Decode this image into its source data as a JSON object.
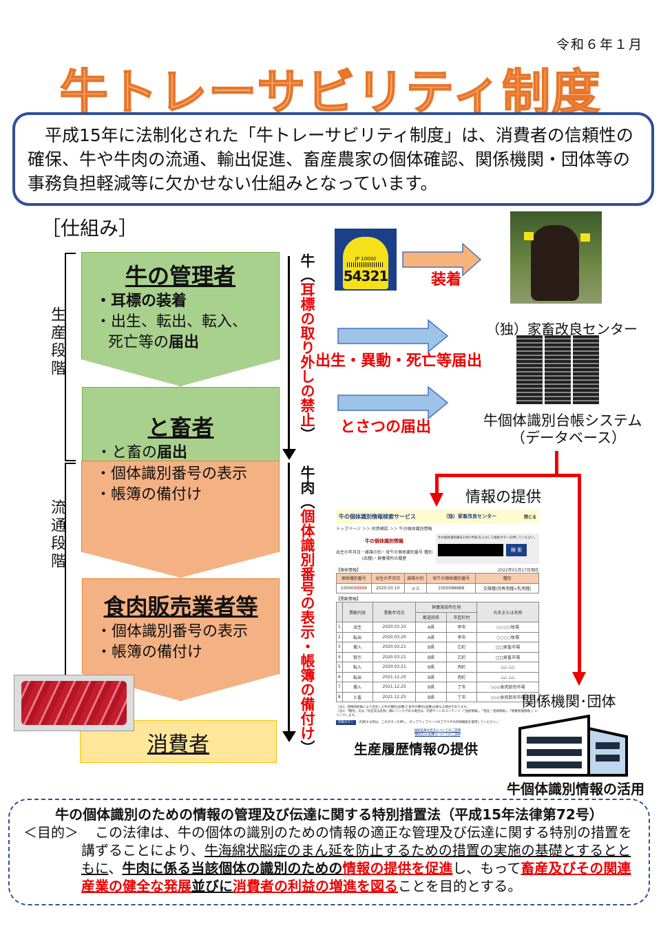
{
  "date": "令和６年１月",
  "title": "牛トレーサビリティ制度",
  "intro": "平成15年に法制化された「牛トレーサビリティ制度」は、消費者の信頼性の確保、牛や牛肉の流通、輸出促進、畜産農家の個体確認、関係機関・団体等の事務負担軽減等に欠かせない仕組みとなっています。",
  "section_label": "［仕組み］",
  "stages": {
    "production": "生産段階",
    "distribution": "流通段階"
  },
  "boxes": {
    "farmer": {
      "title": "牛の管理者",
      "item1": "・耳標の装着",
      "item2a": "・出生、転出、転入、",
      "item2b": "死亡等の",
      "item2c": "届出"
    },
    "slaughter": {
      "title": "と畜者",
      "item1a": "・と畜の",
      "item1b": "届出",
      "item2": "・個体識別番号の表示",
      "item3": "・帳簿の備付け"
    },
    "retailer": {
      "title": "食肉販売業者等",
      "item1": "・個体識別番号の表示",
      "item2": "・帳簿の備付け"
    },
    "consumer": "消費者"
  },
  "vertical": {
    "cattle_a": "牛（",
    "cattle_b": "耳標の取り外しの禁止",
    "cattle_c": "）",
    "beef_a": "牛肉（",
    "beef_b": "個体識別番号の表示・帳簿の備付け",
    "beef_c": "）"
  },
  "eartag": {
    "code": "JP 10000",
    "number": "54321"
  },
  "arrows": {
    "attach": "装着",
    "report": "出生・異動・死亡等届出",
    "slaughter_report": "とさつの届出",
    "info": "情報の提供"
  },
  "center": {
    "name": "（独）家畜改良センター",
    "system1": "牛個体識別台帳システム",
    "system2": "（データベース）"
  },
  "web": {
    "service": "牛の個体識別情報検索サービス",
    "org": "（独）家畜改良センター",
    "close": "閉じる",
    "breadcrumb": "トップページ ＞＞ 同意確認 ＞＞ 牛の個体識別情報",
    "heading": "牛の個体識別情報",
    "desc": "出生の年月日・雌雄の別・母牛の個体識別番号 種別(品種)・飼養場所の履歴",
    "prompt": "牛の個体識別番号10桁(半角)を入力して検索ボタンを押してください。",
    "search": "検 索",
    "indiv_label": "【個体情報】",
    "as_of": "2022年01月17日現在",
    "indiv_headers": [
      "個体識別番号",
      "出生の年月日",
      "雌雄の別",
      "母牛の個体識別番号",
      "種別"
    ],
    "indiv_pre": "10000",
    "indiv_red": "9999",
    "indiv_post": "9",
    "birth": "2020.03.10",
    "sex": "メス",
    "mother": "1000088888",
    "breed": "交雑種(肉専用種×乳用種)",
    "move_label": "【異動情報】",
    "move_headers": [
      "異動内容",
      "異動年月日",
      "飼養施設所在地",
      "都道府県",
      "市区町村",
      "氏名または名称"
    ],
    "rows": [
      [
        "1",
        "出生",
        "2020.03.10",
        "A県",
        "甲市",
        "○○○○牧場"
      ],
      [
        "2",
        "転出",
        "2020.03.20",
        "A県",
        "甲市",
        "○○○○牧場"
      ],
      [
        "3",
        "搬入",
        "2020.03.21",
        "B県",
        "乙町",
        "□□家畜市場"
      ],
      [
        "4",
        "取引",
        "2020.03.21",
        "B県",
        "乙町",
        "□□家畜市場"
      ],
      [
        "5",
        "転入",
        "2020.03.21",
        "B県",
        "丙町",
        "△△ △△"
      ],
      [
        "6",
        "転出",
        "2021.12.25",
        "B県",
        "丙町",
        "△△ △△"
      ],
      [
        "7",
        "搬入",
        "2021.12.25",
        "B県",
        "丁市",
        "◇◇◇食肉卸売市場"
      ],
      [
        "8",
        "と畜",
        "2021.12.25",
        "B県",
        "丁市",
        "◇◇◇食肉卸売市場"
      ]
    ],
    "note1": "（注1）受精卵移植により出生した牛の種別(品種)と母牛の種別(品種)は異なる場合があります。",
    "note2": "（注2）「種別」又は「氏名又は名称」欄にリンクがある場合は、外部サイトのコンテンツ（「血統情報」、「登記・登録情報」、「飼養管理情報」）にリンクします。",
    "print": "印刷ボタン",
    "print_note": "（印刷する時は、このボタンを押し、ポップアップページのブラウザの印刷機能を使用してください。）",
    "link1": "検索結果の見方についてのご説明",
    "link2": "種別区分(品種)についてのご説明"
  },
  "history": "生産履歴情報の提供",
  "orgs": "関係機関･団体",
  "utilization": "牛個体識別情報の活用",
  "law": {
    "title": "牛の個体識別のための情報の管理及び伝達に関する特別措置法（平成15年法律第72号）",
    "purpose": "＜目的＞",
    "p1": "この法律は、牛の個体の識別のための情報の適正な管理及び伝達に関する特別の措置を講ずることにより、",
    "p2": "牛海綿状脳症のまん延を防止するための措置の実施の基礎とするとともに",
    "p3": "、",
    "p4": "牛肉に係る当該個体の識別のための",
    "p5": "情報の提供を促進",
    "p6": "し、もって",
    "p7": "畜産及びその関連産業の健全な発展",
    "p8": "並びに",
    "p9": "消費者の利益の増進を図る",
    "p10": "ことを目的とする。"
  },
  "colors": {
    "title": "#f8b37a",
    "border": "#2f4f9a",
    "green": "#a9d18e",
    "orange": "#f4b183",
    "consumer": "#ffe699",
    "red": "#e00000",
    "arrow": "#9dc3e6"
  }
}
